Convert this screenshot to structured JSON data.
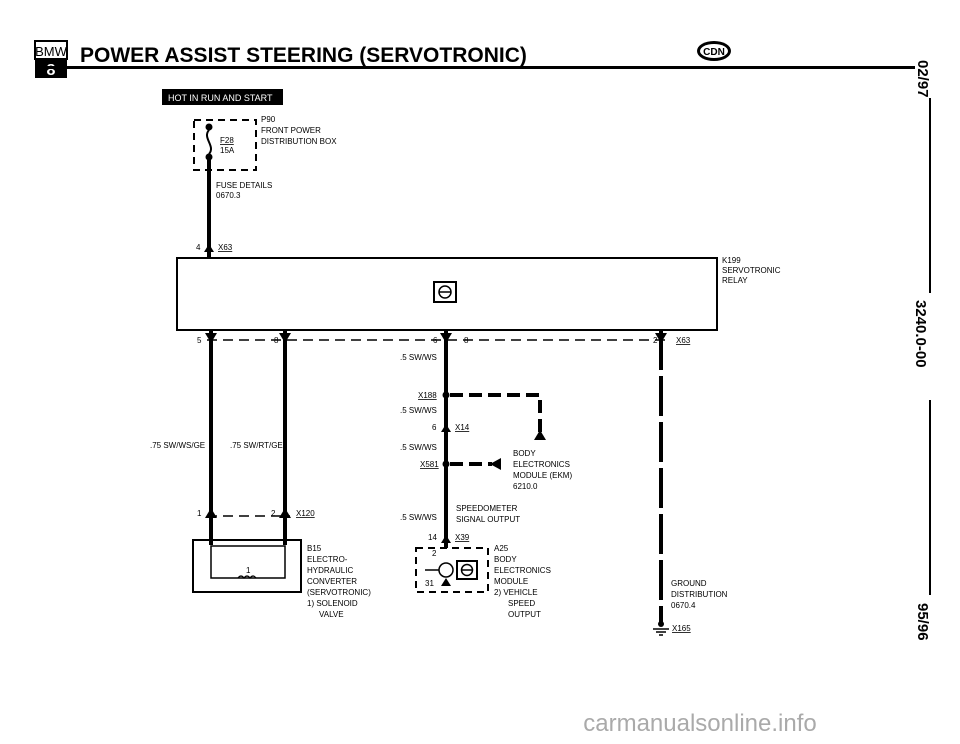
{
  "header": {
    "logo_top": "BMW",
    "logo_bottom": "8",
    "title": "POWER ASSIST STEERING (SERVOTRONIC)",
    "model_badge": "CDN"
  },
  "side": {
    "date": "02/97",
    "doc_number": "3240.0-00",
    "year": "95/96"
  },
  "power": {
    "hot_label": "HOT IN RUN AND START",
    "p90_code": "P90",
    "p90_line1": "FRONT POWER",
    "p90_line2": "DISTRIBUTION BOX",
    "fuse_id": "F28",
    "fuse_rating": "15A",
    "fuse_details": "FUSE DETAILS",
    "fuse_details_ref": "0670.3"
  },
  "relay": {
    "code": "K199",
    "line1": "SERVOTRONIC",
    "line2": "RELAY",
    "conn_in": "X63",
    "pin_in": "4",
    "conn_out": "X63",
    "pins": {
      "p5": "5",
      "p8a": "8",
      "p6": "6",
      "p8b": "8",
      "p2": "2"
    }
  },
  "wires": {
    "w_left1": ".75 SW/WS/GE",
    "w_left2": ".75 SW/RT/GE",
    "w_mid1": ".5 SW/WS",
    "w_mid2": ".5 SW/WS",
    "w_mid3": ".5 SW/WS",
    "w_mid4": ".5 SW/WS"
  },
  "connectors": {
    "x188": "X188",
    "x14": "X14",
    "x14_pin": "6",
    "x581": "X581",
    "x39": "X39",
    "x39_pin": "14",
    "x120": "X120",
    "x120_pin1": "1",
    "x120_pin2": "2",
    "x165": "X165"
  },
  "ekm": {
    "line1": "BODY",
    "line2": "ELECTRONICS",
    "line3": "MODULE (EKM)",
    "ref": "6210.0"
  },
  "speedo": {
    "line1": "SPEEDOMETER",
    "line2": "SIGNAL OUTPUT"
  },
  "a25": {
    "pin_top": "2",
    "pin_bottom": "31",
    "code": "A25",
    "line1": "BODY",
    "line2": "ELECTRONICS",
    "line3": "MODULE",
    "line4": "2)  VEHICLE",
    "line5": "SPEED",
    "line6": "OUTPUT"
  },
  "b15": {
    "code": "B15",
    "line1": "ELECTRO-",
    "line2": "HYDRAULIC",
    "line3": "CONVERTER",
    "line4": "(SERVOTRONIC)",
    "line5": "1)  SOLENOID",
    "line6": "VALVE",
    "coil_marker": "1"
  },
  "ground": {
    "line1": "GROUND",
    "line2": "DISTRIBUTION",
    "ref": "0670.4"
  },
  "watermark": "carmanualsonline.info"
}
